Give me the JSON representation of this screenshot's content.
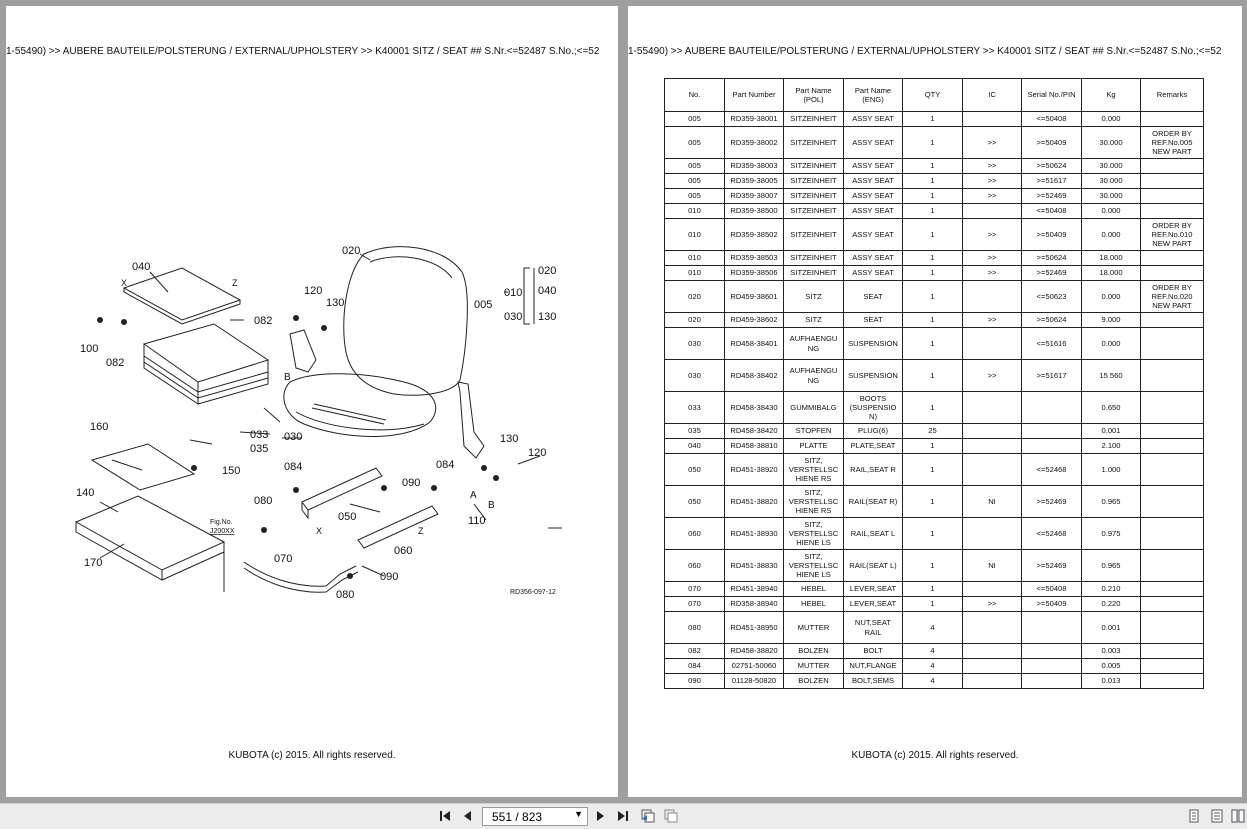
{
  "breadcrumb": "1-55490) >> AUBERE BAUTEILE/POLSTERUNG / EXTERNAL/UPHOLSTERY >> K40001    SITZ / SEAT ## S.Nr.<=52487 S.No.;<=52",
  "footer": "KUBOTA (c) 2015. All rights reserved.",
  "diagram": {
    "reference": "RD356-097-12",
    "fig_label": "Fig.No.",
    "fig_value": "J200XX",
    "callouts": [
      "020",
      "040",
      "120",
      "130",
      "005",
      "010",
      "030",
      "020",
      "040",
      "130",
      "082",
      "100",
      "082",
      "160",
      "033",
      "035",
      "030",
      "150",
      "140",
      "084",
      "084",
      "080",
      "050",
      "090",
      "130",
      "120",
      "070",
      "060",
      "090",
      "080",
      "110",
      "170"
    ],
    "letters": {
      "x": "X",
      "z": "Z",
      "a": "A",
      "b": "B"
    }
  },
  "table": {
    "headers": [
      "No.",
      "Part Number",
      "Part Name\n(POL)",
      "Part Name\n(ENG)",
      "QTY",
      "IC",
      "Serial No./PIN",
      "Kg",
      "Remarks"
    ],
    "rows": [
      [
        "005",
        "RD359-38001",
        "SITZEINHEIT",
        "ASSY SEAT",
        "1",
        "",
        "<=50408",
        "0.000",
        ""
      ],
      [
        "005",
        "RD359-38002",
        "SITZEINHEIT",
        "ASSY SEAT",
        "1",
        ">>",
        ">=50409",
        "30.000",
        "ORDER BY\nREF.No.005\nNEW PART"
      ],
      [
        "005",
        "RD359-38003",
        "SITZEINHEIT",
        "ASSY SEAT",
        "1",
        ">>",
        ">=50624",
        "30.000",
        ""
      ],
      [
        "005",
        "RD359-38005",
        "SITZEINHEIT",
        "ASSY SEAT",
        "1",
        ">>",
        ">=51617",
        "30.000",
        ""
      ],
      [
        "005",
        "RD359-38007",
        "SITZEINHEIT",
        "ASSY SEAT",
        "1",
        ">>",
        ">=52469",
        "30.000",
        ""
      ],
      [
        "010",
        "RD359-38500",
        "SITZEINHEIT",
        "ASSY SEAT",
        "1",
        "",
        "<=50408",
        "0.000",
        ""
      ],
      [
        "010",
        "RD359-38502",
        "SITZEINHEIT",
        "ASSY SEAT",
        "1",
        ">>",
        ">=50409",
        "0.000",
        "ORDER BY\nREF.No.010\nNEW PART"
      ],
      [
        "010",
        "RD359-38503",
        "SITZEINHEIT",
        "ASSY SEAT",
        "1",
        ">>",
        ">=50624",
        "18.000",
        ""
      ],
      [
        "010",
        "RD359-38506",
        "SITZEINHEIT",
        "ASSY SEAT",
        "1",
        ">>",
        ">=52469",
        "18.000",
        ""
      ],
      [
        "020",
        "RD459-38601",
        "SITZ",
        "SEAT",
        "1",
        "",
        "<=50623",
        "0.000",
        "ORDER BY\nREF.No.020\nNEW PART"
      ],
      [
        "020",
        "RD459-38602",
        "SITZ",
        "SEAT",
        "1",
        ">>",
        ">=50624",
        "9.000",
        ""
      ],
      [
        "030",
        "RD458-38401",
        "AUFHAENGU\nNG",
        "SUSPENSION",
        "1",
        "",
        "<=51616",
        "0.000",
        ""
      ],
      [
        "030",
        "RD458-38402",
        "AUFHAENGU\nNG",
        "SUSPENSION",
        "1",
        ">>",
        ">=51617",
        "15.560",
        ""
      ],
      [
        "033",
        "RD458-38430",
        "GUMMIBALG",
        "BOOTS\n(SUSPENSIO\nN)",
        "1",
        "",
        "",
        "0.650",
        ""
      ],
      [
        "035",
        "RD458-38420",
        "STOPFEN",
        "PLUG(6)",
        "25",
        "",
        "",
        "0.001",
        ""
      ],
      [
        "040",
        "RD458-38810",
        "PLATTE",
        "PLATE,SEAT",
        "1",
        "",
        "",
        "2.100",
        ""
      ],
      [
        "050",
        "RD451-38920",
        "SITZ,\nVERSTELLSC\nHIENE RS",
        "RAIL,SEAT R",
        "1",
        "",
        "<=52468",
        "1.000",
        ""
      ],
      [
        "050",
        "RD451-38820",
        "SITZ,\nVERSTELLSC\nHIENE RS",
        "RAIL(SEAT R)",
        "1",
        "NI",
        ">=52469",
        "0.965",
        ""
      ],
      [
        "060",
        "RD451-38930",
        "SITZ,\nVERSTELLSC\nHIENE LS",
        "RAIL,SEAT L",
        "1",
        "",
        "<=52468",
        "0.975",
        ""
      ],
      [
        "060",
        "RD451-38830",
        "SITZ,\nVERSTELLSC\nHIENE LS",
        "RAIL(SEAT L)",
        "1",
        "NI",
        ">=52469",
        "0.965",
        ""
      ],
      [
        "070",
        "RD451-38940",
        "HEBEL",
        "LEVER,SEAT",
        "1",
        "",
        "<=50408",
        "0.210",
        ""
      ],
      [
        "070",
        "RD358-38940",
        "HEBEL",
        "LEVER,SEAT",
        "1",
        ">>",
        ">=50409",
        "0.220",
        ""
      ],
      [
        "080",
        "RD451-38950",
        "MUTTER",
        "NUT,SEAT\nRAIL",
        "4",
        "",
        "",
        "0.001",
        ""
      ],
      [
        "082",
        "RD458-38820",
        "BOLZEN",
        "BOLT",
        "4",
        "",
        "",
        "0.003",
        ""
      ],
      [
        "084",
        "02751-50060",
        "MUTTER",
        "NUT,FLANGE",
        "4",
        "",
        "",
        "0.005",
        ""
      ],
      [
        "090",
        "01128-50820",
        "BOLZEN",
        "BOLT,SEMS",
        "4",
        "",
        "",
        "0.013",
        ""
      ]
    ]
  },
  "toolbar": {
    "page_indicator": "551 / 823",
    "icons": [
      "first-page-icon",
      "prev-page-icon",
      "page-select-dropdown",
      "next-page-icon",
      "last-page-icon",
      "back-icon",
      "forward-icon",
      "single-page-icon",
      "double-page-icon",
      "continuous-icon"
    ]
  }
}
